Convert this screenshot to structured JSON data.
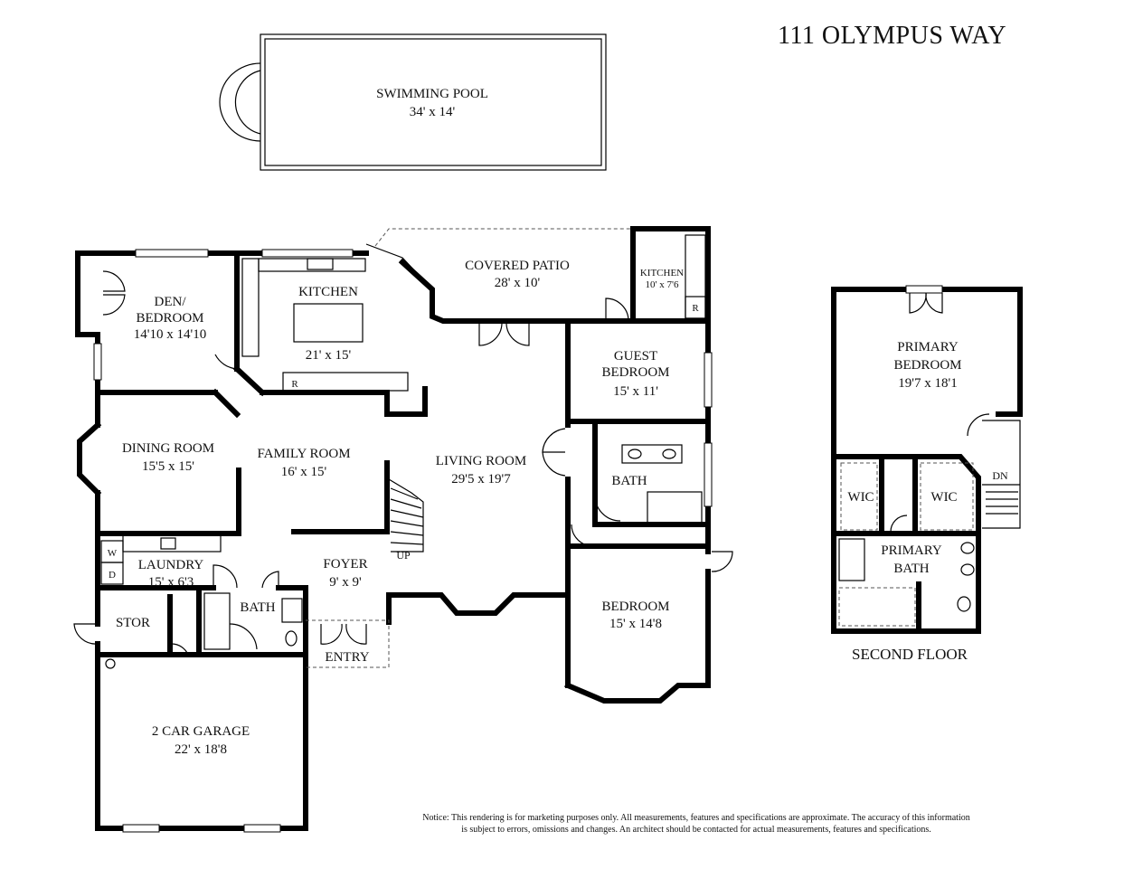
{
  "title": "111 OLYMPUS WAY",
  "notice": {
    "line1": "Notice: This rendering is for marketing purposes only. All measurements, features and specifications are approximate. The accuracy of this information",
    "line2": "is subject to errors, omissions and changes. An architect should be contacted for actual measurements, features and specifications."
  },
  "pool": {
    "name": "SWIMMING POOL",
    "size": "34' x 14'"
  },
  "rooms": {
    "den": {
      "name1": "DEN/",
      "name2": "BEDROOM",
      "size": "14'10 x 14'10"
    },
    "kitchen": {
      "name": "KITCHEN",
      "size": "21' x 15'"
    },
    "covered_patio": {
      "name": "COVERED PATIO",
      "size": "28' x 10'"
    },
    "outdoor_kitchen": {
      "name": "KITCHEN",
      "size": "10' x 7'6"
    },
    "guest_bedroom": {
      "name1": "GUEST",
      "name2": "BEDROOM",
      "size": "15' x 11'"
    },
    "dining_room": {
      "name": "DINING ROOM",
      "size": "15'5 x 15'"
    },
    "family_room": {
      "name": "FAMILY ROOM",
      "size": "16' x 15'"
    },
    "living_room": {
      "name": "LIVING ROOM",
      "size": "29'5 x 19'7"
    },
    "bath_guest": {
      "name": "BATH"
    },
    "laundry": {
      "name": "LAUNDRY",
      "size": "15' x 6'3"
    },
    "foyer": {
      "name": "FOYER",
      "size": "9' x 9'"
    },
    "stor": {
      "name": "STOR"
    },
    "bath_half": {
      "name": "BATH"
    },
    "entry": {
      "name": "ENTRY"
    },
    "bedroom": {
      "name": "BEDROOM",
      "size": "15' x 14'8"
    },
    "garage": {
      "name": "2 CAR GARAGE",
      "size": "22' x 18'8"
    },
    "primary_bedroom": {
      "name1": "PRIMARY",
      "name2": "BEDROOM",
      "size": "19'7 x 18'1"
    },
    "wic_left": {
      "name": "WIC"
    },
    "wic_right": {
      "name": "WIC"
    },
    "primary_bath": {
      "name1": "PRIMARY",
      "name2": "BATH"
    }
  },
  "fixtures": {
    "refrigerator": "R",
    "washer": "W",
    "dryer": "D",
    "stair_up": "UP",
    "stair_down": "DN"
  },
  "floor_labels": {
    "second_floor": "SECOND FLOOR"
  }
}
